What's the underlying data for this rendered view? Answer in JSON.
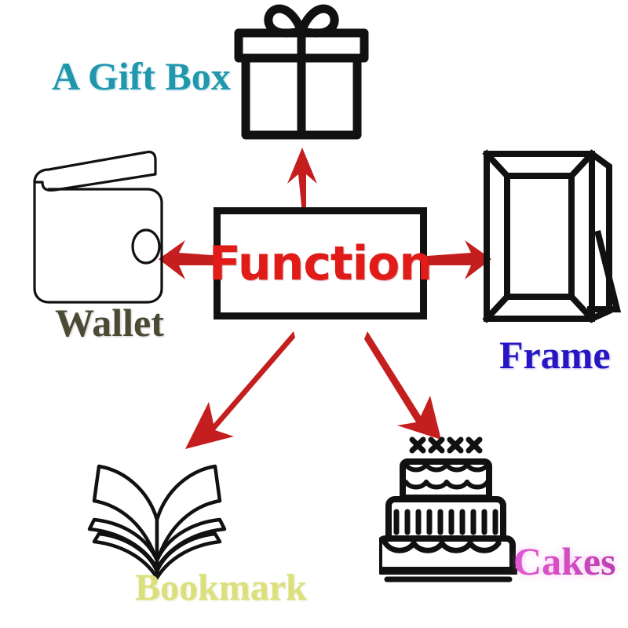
{
  "diagram": {
    "type": "radial-concept-map",
    "center": {
      "label": "Function",
      "text_color": "#e01b18",
      "border_color": "#111111",
      "background": "#ffffff"
    },
    "arrow_color": "#c41e1e",
    "background": "#ffffff",
    "nodes": [
      {
        "id": "gift-box",
        "label": "A Gift Box",
        "icon": "gift-box-icon",
        "color": "#2197ad",
        "direction": "up",
        "position": "top-center"
      },
      {
        "id": "wallet",
        "label": "Wallet",
        "icon": "wallet-icon",
        "color": "#4b4a34",
        "direction": "left",
        "position": "middle-left"
      },
      {
        "id": "frame",
        "label": "Frame",
        "icon": "picture-frame-icon",
        "color": "#2717c2",
        "direction": "right",
        "position": "middle-right"
      },
      {
        "id": "bookmark",
        "label": "Bookmark",
        "icon": "open-book-icon",
        "color": "#dbe07c",
        "direction": "down-left",
        "position": "bottom-left"
      },
      {
        "id": "cakes",
        "label": "Cakes",
        "icon": "tiered-cake-icon",
        "color": "#e05fd8",
        "direction": "down-right",
        "position": "bottom-right"
      }
    ]
  }
}
